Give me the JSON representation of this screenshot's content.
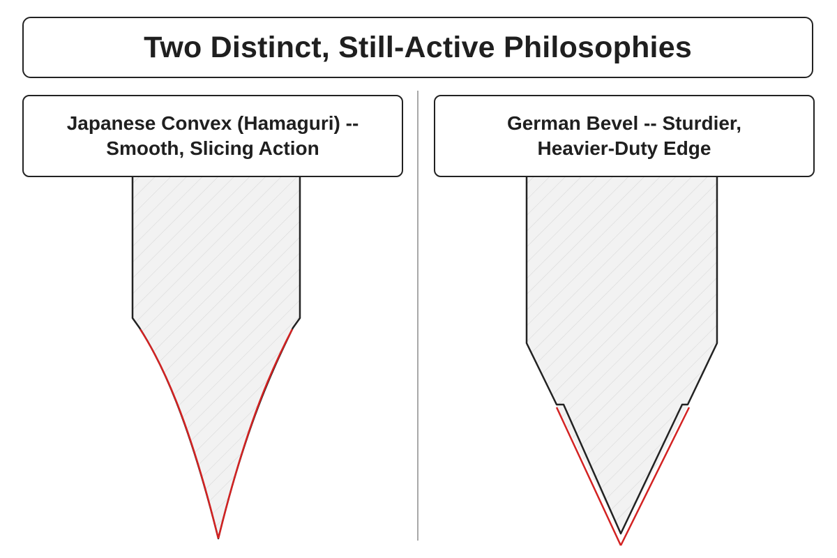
{
  "title": "Two Distinct, Still-Active Philosophies",
  "panels": [
    {
      "label_lines": [
        "Japanese Convex (Hamaguri) --",
        "Smooth, Slicing Action"
      ]
    },
    {
      "label_lines": [
        "German Bevel -- Sturdier,",
        "Heavier-Duty Edge"
      ]
    }
  ],
  "colors": {
    "outline": "#222222",
    "edge_highlight": "#d32222",
    "fill": "#f2f2f2",
    "hatch": "#d9d9d9",
    "divider": "#a8a8a8"
  }
}
